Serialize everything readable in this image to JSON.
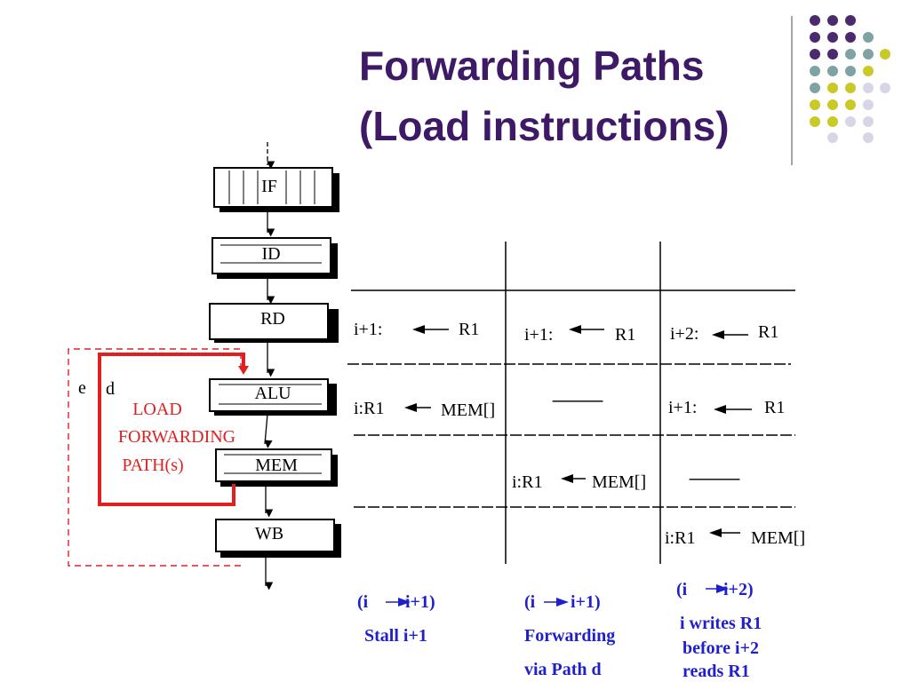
{
  "slide": {
    "title_line1": "Forwarding Paths",
    "title_line2": "(Load instructions)"
  },
  "pipeline": {
    "stages": [
      "IF",
      "ID",
      "RD",
      "ALU",
      "MEM",
      "WB"
    ],
    "path_e_label": "e",
    "path_d_label": "d",
    "forwarding_label": [
      "LOAD",
      "FORWARDING",
      "PATH(s)"
    ]
  },
  "table": {
    "rows": [
      [
        "i+1:",
        "R1",
        "i+1:",
        "R1",
        "i+2:",
        "R1"
      ],
      [
        "i:R1",
        "MEM[]",
        "────",
        "i+1:",
        "R1"
      ],
      [
        "i:R1",
        "MEM[]",
        "────"
      ],
      [
        "i:R1",
        "MEM[]"
      ]
    ]
  },
  "captions": {
    "col1": {
      "head_a": "(i",
      "head_b": "i+1)",
      "line1": "Stall  i+1"
    },
    "col2": {
      "head_a": "(i",
      "head_b": "i+1)",
      "line1": "Forwarding",
      "line2": "via Path  d"
    },
    "col3": {
      "head_a": "(i",
      "head_b": "i+2)",
      "line1": "i writes R1",
      "line2": "before  i+2",
      "line3": "reads  R1"
    }
  },
  "colors": {
    "title": "#3e1a66",
    "purple_dot": "#4b2a6e",
    "teal_dot": "#7fa3a3",
    "yellow_dot": "#c9c928",
    "lavender_dot": "#d6d6e6",
    "forwarding_path": "#e02020",
    "caption": "#1f1fcc"
  }
}
